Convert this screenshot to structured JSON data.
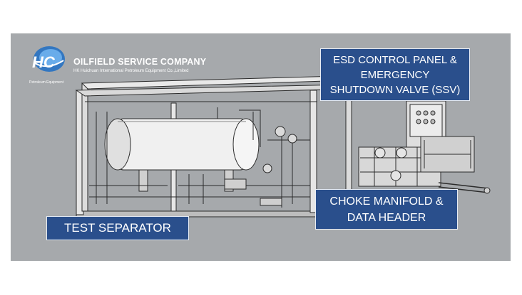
{
  "company": {
    "name": "OILFIELD SERVICE COMPANY",
    "subtitle": "HK Huichuan International Petroleum Equipment Co.,Limited",
    "logo_mark": "HC",
    "logo_tagline": "Petroleum Equipment"
  },
  "labels": {
    "esd_line1": "ESD CONTROL PANEL &",
    "esd_line2": "EMERGENCY",
    "esd_line3": "SHUTDOWN VALVE (SSV)",
    "choke_line1": "CHOKE MANIFOLD &",
    "choke_line2": "DATA HEADER",
    "test_separator": "TEST SEPARATOR"
  },
  "colors": {
    "background": "#a6a9ac",
    "label_fill": "#2a4f8c",
    "label_border": "#e8edf5",
    "logo_blue": "#1f6fc4"
  }
}
